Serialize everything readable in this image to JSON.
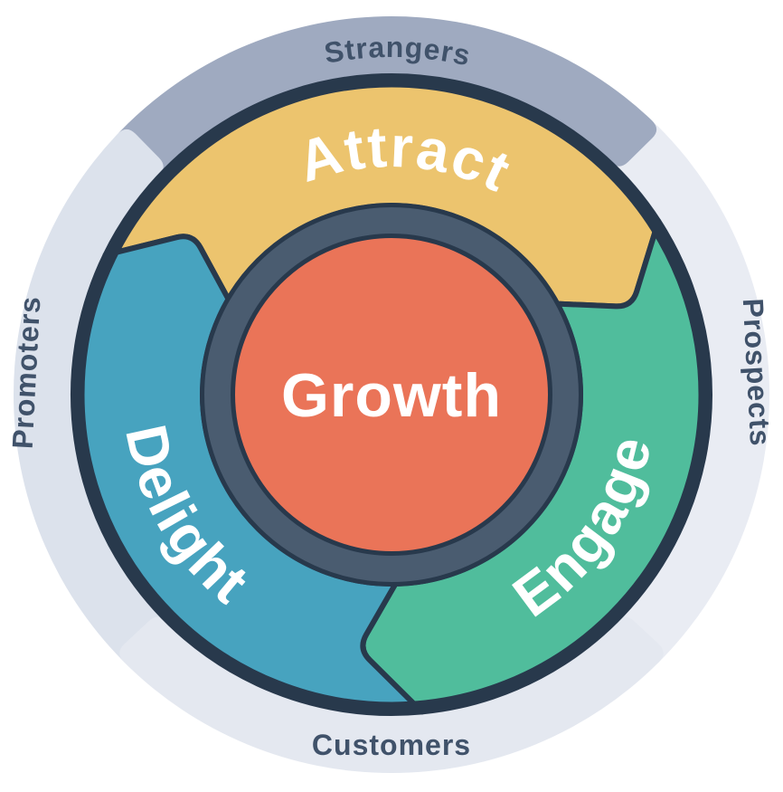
{
  "flywheel": {
    "center_label": "Growth",
    "stages": [
      {
        "label": "Attract"
      },
      {
        "label": "Engage"
      },
      {
        "label": "Delight"
      }
    ],
    "audiences": [
      {
        "label": "Strangers"
      },
      {
        "label": "Prospects"
      },
      {
        "label": "Customers"
      },
      {
        "label": "Promoters"
      }
    ],
    "colors": {
      "attract": "#ECC46E",
      "engage": "#50BD9C",
      "delight": "#47A3BF",
      "growth": "#EA7458",
      "outline_navy": "#28394C",
      "hub_ring": "#4A5C70",
      "band_strangers": "#9FAAC0",
      "band_prospects": "#E9ECF3",
      "band_customers": "#E4E8F0",
      "band_promoters": "#DCE2EC",
      "ring_label_text": "#40526A",
      "segment_label_text": "#FFFFFF"
    }
  }
}
